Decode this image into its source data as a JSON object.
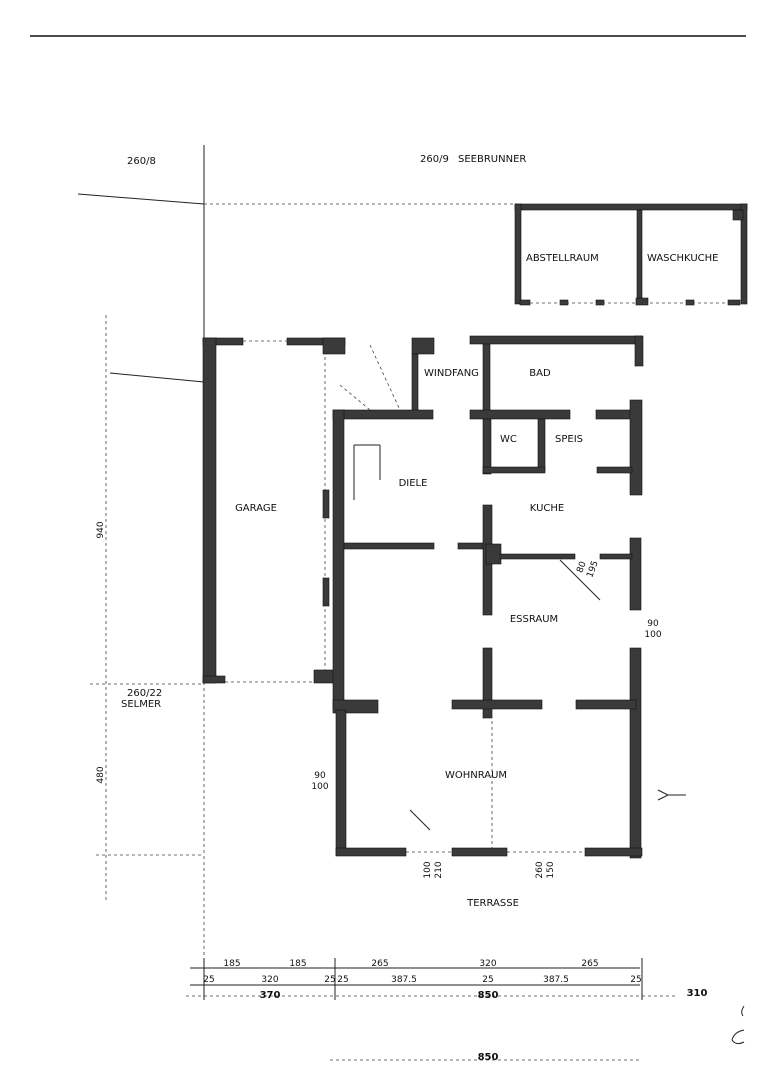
{
  "plots": {
    "top_left": "260/8",
    "top_main": "260/9",
    "top_owner": "SEEBRUNNER",
    "left_plot": "260/22",
    "left_owner": "SELMER"
  },
  "rooms": {
    "abstellraum": "ABSTELLRAUM",
    "waschkuche": "WASCHKUCHE",
    "windfang": "WINDFANG",
    "bad": "BAD",
    "wc": "WC",
    "speis": "SPEIS",
    "diele": "DIELE",
    "kuche": "KUCHE",
    "garage": "GARAGE",
    "essraum": "ESSRAUM",
    "wohnraum": "WOHNRAUM",
    "terrasse": "TERRASSE"
  },
  "openings": {
    "kitchen_door_w": "80",
    "kitchen_door_h": "195",
    "essraum_win_w": "90",
    "essraum_win_h": "100",
    "wohn_win_w": "90",
    "wohn_win_h": "100",
    "terr_door1_w": "100",
    "terr_door1_h": "210",
    "terr_door2_w": "260",
    "terr_door2_h": "150"
  },
  "dimensions": {
    "vertical_940": "940",
    "vertical_480": "480",
    "row1": [
      "185",
      "185",
      "265",
      "320",
      "265"
    ],
    "row2": [
      "25",
      "320",
      "25",
      "25",
      "387.5",
      "25",
      "387.5",
      "25"
    ],
    "total_garage": "370",
    "total_house": "850",
    "side": "310",
    "bottom_total": "850"
  }
}
